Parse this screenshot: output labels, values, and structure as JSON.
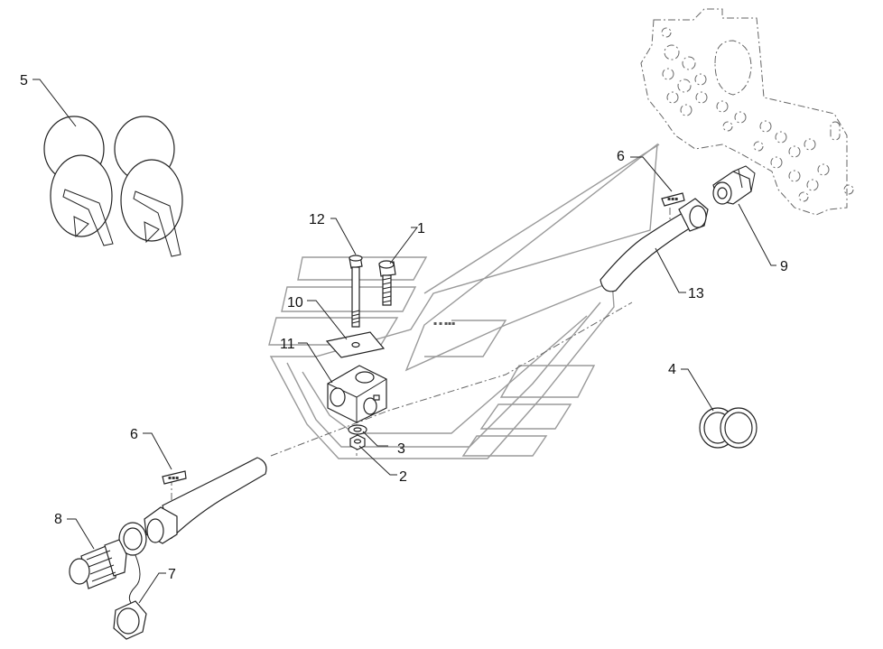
{
  "callouts": [
    {
      "id": "c1",
      "label": "1"
    },
    {
      "id": "c2",
      "label": "2"
    },
    {
      "id": "c3",
      "label": "3"
    },
    {
      "id": "c4",
      "label": "4"
    },
    {
      "id": "c5",
      "label": "5"
    },
    {
      "id": "c6a",
      "label": "6"
    },
    {
      "id": "c6b",
      "label": "6"
    },
    {
      "id": "c7",
      "label": "7"
    },
    {
      "id": "c8",
      "label": "8"
    },
    {
      "id": "c9",
      "label": "9"
    },
    {
      "id": "c10",
      "label": "10"
    },
    {
      "id": "c11",
      "label": "11"
    },
    {
      "id": "c12",
      "label": "12"
    },
    {
      "id": "c13",
      "label": "13"
    }
  ],
  "colors": {
    "line": "#222222",
    "frame": "#9a9a9a",
    "background": "#ffffff"
  }
}
